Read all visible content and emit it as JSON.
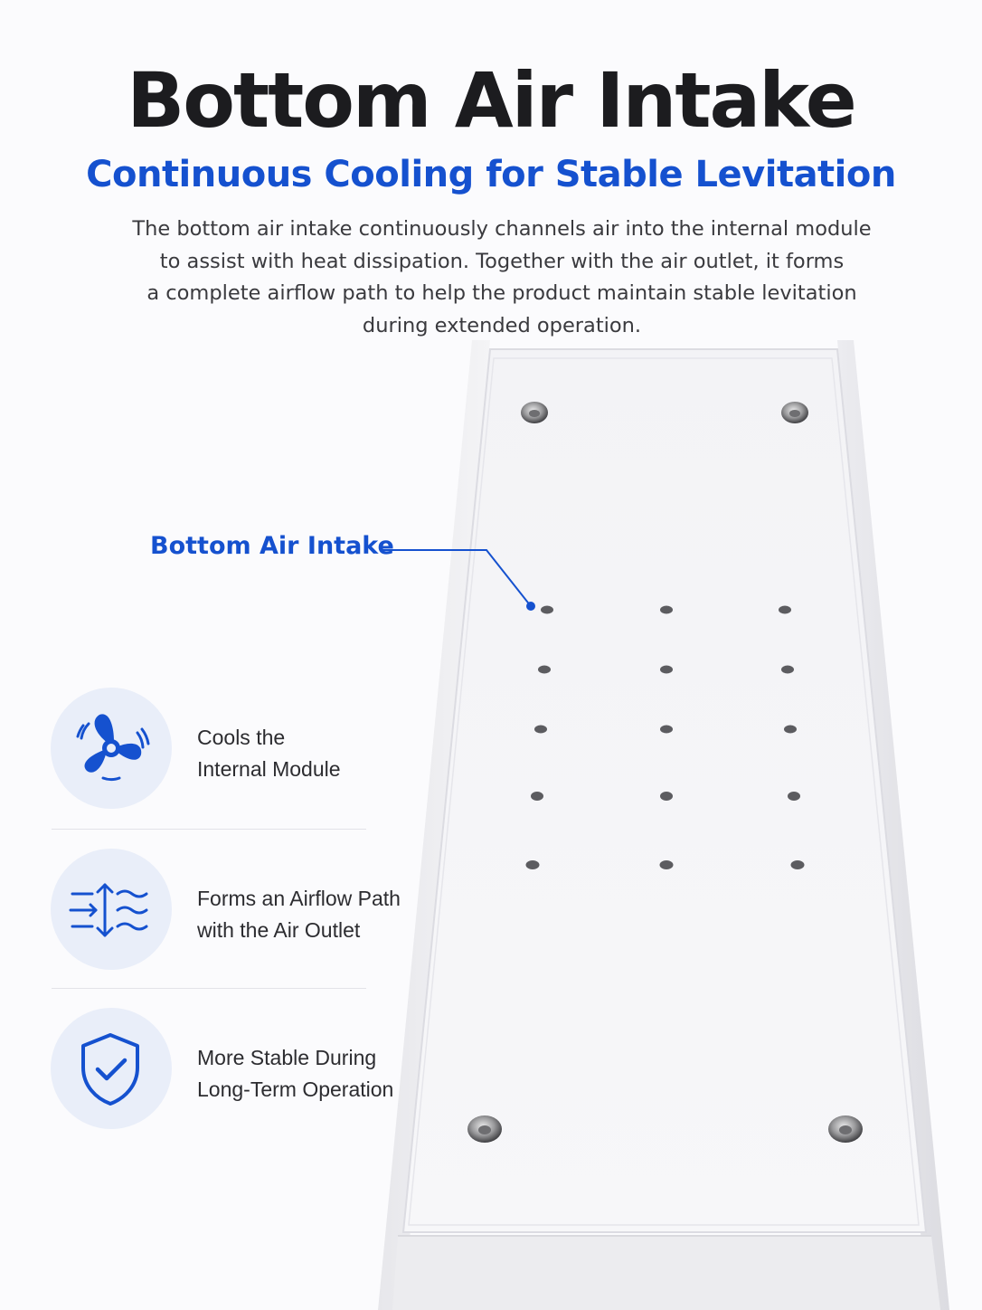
{
  "header": {
    "title": "Bottom Air Intake",
    "subtitle": "Continuous Cooling for Stable Levitation",
    "description_lines": [
      "The bottom air intake continuously channels air into the internal module",
      "to assist with heat dissipation. Together with the air outlet, it forms",
      "a complete airflow path to help the product maintain stable levitation",
      "during extended operation."
    ]
  },
  "callout": {
    "label": "Bottom Air Intake"
  },
  "features": [
    {
      "icon": "fan-icon",
      "lines": [
        "Cools the",
        "Internal Module"
      ]
    },
    {
      "icon": "airflow-icon",
      "lines": [
        "Forms an Airflow Path",
        "with the Air Outlet"
      ]
    },
    {
      "icon": "shield-check-icon",
      "lines": [
        "More Stable During",
        "Long-Term Operation"
      ]
    }
  ],
  "colors": {
    "accent": "#1551cf",
    "icon_background": "#e9eef9",
    "title": "#1c1c1f"
  }
}
